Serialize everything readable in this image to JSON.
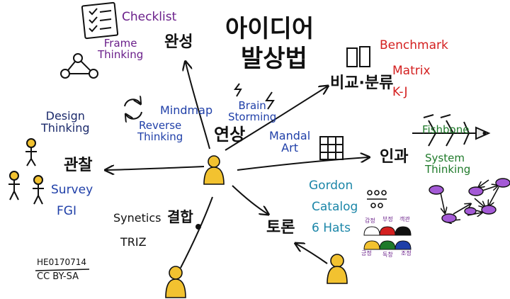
{
  "colors": {
    "ink": "#111111",
    "blue": "#1f3fa8",
    "navy": "#1b2a6b",
    "purple": "#6a1f8a",
    "red": "#d42020",
    "green": "#1f7a2a",
    "teal": "#1b86a8",
    "person": "#f2c230",
    "node": "#a45ad6"
  },
  "title": {
    "line1": "아이디어",
    "line2": "발상법"
  },
  "center": {
    "label": "연상"
  },
  "branches": {
    "top": {
      "label": "완성",
      "items": [
        "Checklist",
        "Frame\nThinking"
      ]
    },
    "right_top": {
      "label": "비교·분류",
      "items": [
        "Benchmark",
        "Matrix",
        "K-J"
      ]
    },
    "right": {
      "label": "인과",
      "items": [
        "Fishbone",
        "System\nThinking"
      ]
    },
    "left": {
      "label": "관찰",
      "items": [
        "Design\nThinking",
        "Survey",
        "FGI"
      ]
    },
    "bottom_left": {
      "label": "결합",
      "items": [
        "Synetics",
        "TRIZ"
      ]
    },
    "bottom_right": {
      "label": "토론",
      "items": [
        "Gordon",
        "Catalog",
        "6 Hats"
      ]
    }
  },
  "center_items": {
    "mindmap": "Mindmap",
    "brainstorm": "Brain\nStorming",
    "reverse": "Reverse\nThinking",
    "mandal": "Mandal\nArt"
  },
  "six_hats_labels": [
    "감정",
    "부정",
    "객관",
    "긍정",
    "독창",
    "조정"
  ],
  "credit": {
    "id": "HE0170714",
    "license": "CC BY-SA"
  }
}
